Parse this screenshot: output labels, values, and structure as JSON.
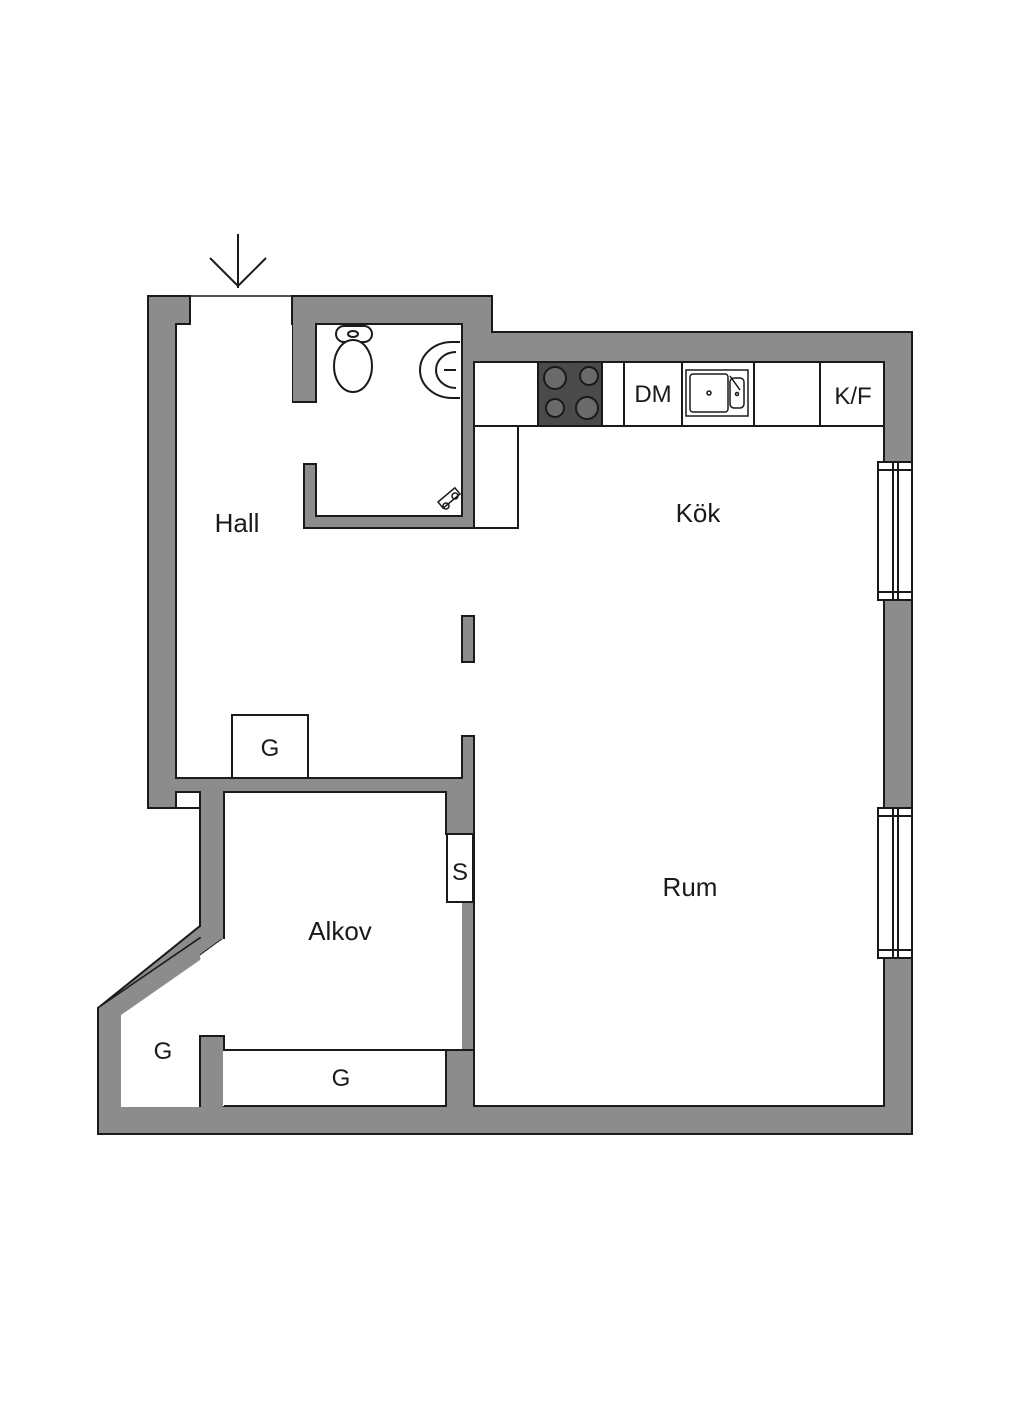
{
  "rooms": {
    "hall": "Hall",
    "kok": "Kök",
    "rum": "Rum",
    "alkov": "Alkov"
  },
  "fixtures": {
    "dishwasher": "DM",
    "fridge_freezer": "K/F",
    "closet_hall": "G",
    "closet_alkov_corner": "G",
    "closet_alkov_wall": "G",
    "storage": "S"
  },
  "colors": {
    "wall": "#8c8c8c",
    "stove": "#4a4a4a",
    "line": "#1a1a1a"
  },
  "icons": [
    "entrance-arrow-icon",
    "toilet-icon",
    "washbasin-icon",
    "shower-icon",
    "stove-icon",
    "sink-icon"
  ]
}
